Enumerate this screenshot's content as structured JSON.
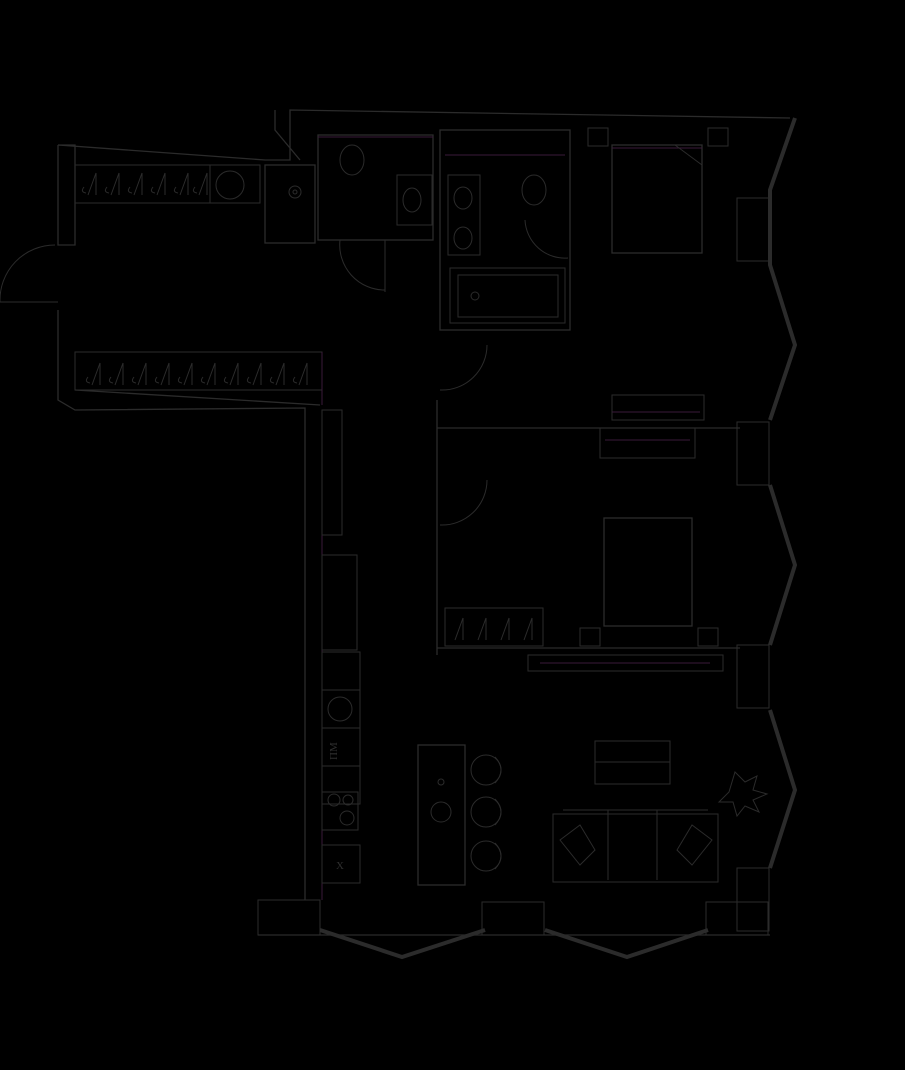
{
  "plan": {
    "background": "#000000",
    "line_color": "#2b2b2b",
    "accent_color": "#3a1a3a",
    "rooms": [
      "entrance-hall",
      "wardrobe-closet",
      "guest-wc",
      "laundry",
      "master-bathroom",
      "master-bedroom",
      "bedroom",
      "kitchen",
      "living-room"
    ],
    "kitchen_labels": {
      "dishwasher": "ПМ",
      "marker": "X"
    }
  }
}
